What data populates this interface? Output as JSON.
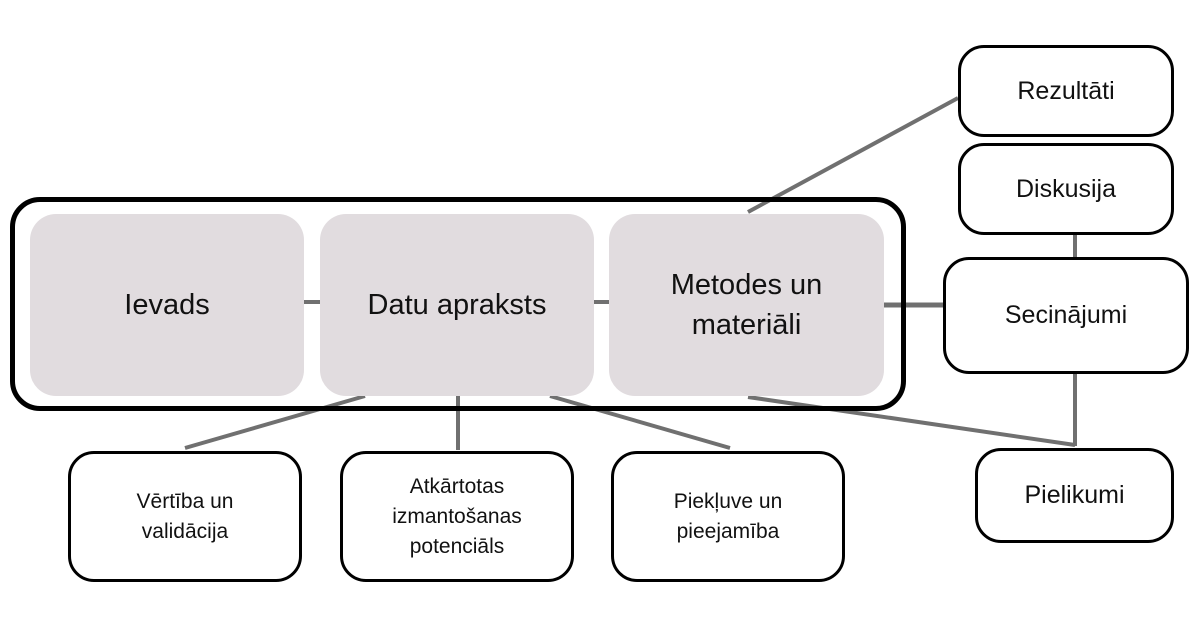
{
  "main_group": {
    "items": [
      {
        "label": "Ievads"
      },
      {
        "label": "Datu apraksts"
      },
      {
        "label": "Metodes un materiāli"
      }
    ]
  },
  "side_boxes": {
    "results": "Rezultāti",
    "discussion": "Diskusija",
    "conclusions": "Secinājumi",
    "appendices": "Pielikumi"
  },
  "bottom_boxes": [
    {
      "label": "Vērtība un validācija"
    },
    {
      "label": "Atkārtotas izmantošanas potenciāls"
    },
    {
      "label": "Piekļuve un pieejamība"
    }
  ],
  "colors": {
    "connector": "#707070",
    "grey_box": "#e1dcdf",
    "border": "#000000"
  }
}
